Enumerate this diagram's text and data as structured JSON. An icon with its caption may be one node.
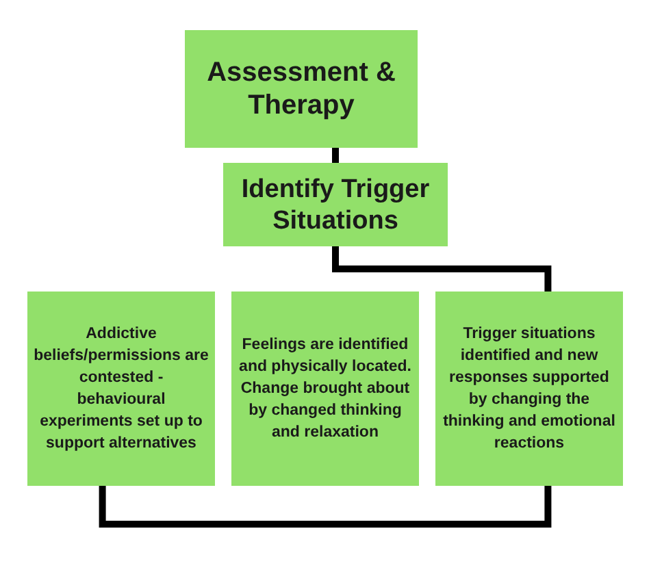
{
  "diagram": {
    "nodes": [
      {
        "text": [
          "Assessment & Therapy"
        ]
      },
      {
        "text": [
          "Identify Trigger Situations"
        ]
      },
      {
        "text": [
          "Addictive beliefs/permissions are contested - behavioural experiments set up to support alternatives"
        ]
      },
      {
        "text": [
          "Feelings are identified and physically located. Change brought about by changed thinking and relaxation"
        ]
      },
      {
        "text": [
          "Trigger situations identified and new responses supported by changing the thinking and emotional reactions"
        ]
      }
    ],
    "edges": [
      {
        "from": 0,
        "to": 1,
        "arrow": "none"
      },
      {
        "from": 1,
        "to": 4,
        "arrow": "none"
      },
      {
        "from": 2,
        "to": 4,
        "arrow": "none"
      }
    ]
  }
}
